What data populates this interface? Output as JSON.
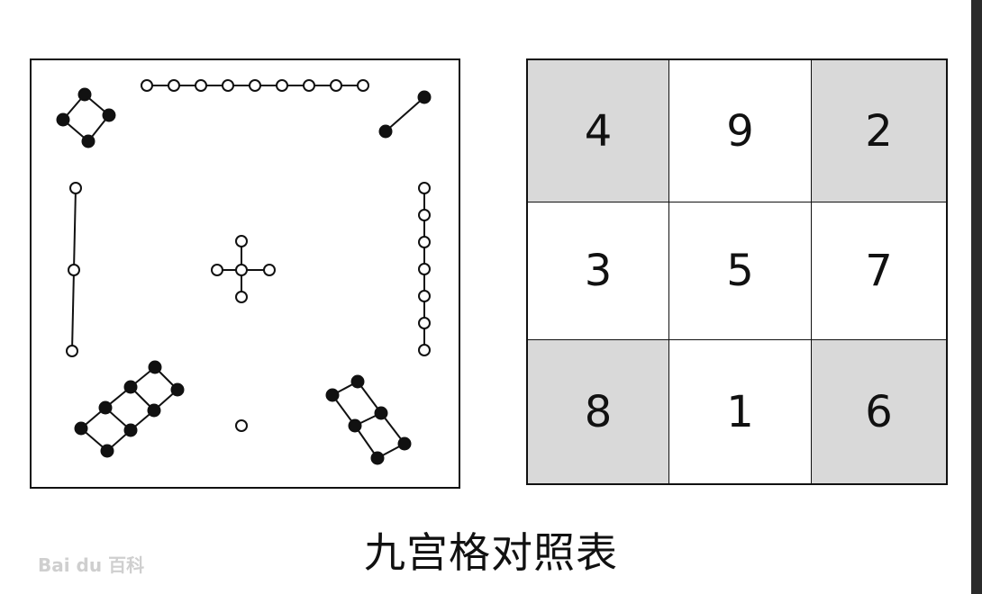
{
  "grid": {
    "cells": [
      {
        "number": "4",
        "shaded": true
      },
      {
        "number": "9",
        "shaded": false
      },
      {
        "number": "2",
        "shaded": true
      },
      {
        "number": "3",
        "shaded": false
      },
      {
        "number": "5",
        "shaded": false
      },
      {
        "number": "7",
        "shaded": false
      },
      {
        "number": "8",
        "shaded": true
      },
      {
        "number": "1",
        "shaded": false
      },
      {
        "number": "6",
        "shaded": true
      }
    ],
    "shade_color": "#d9d9d9"
  },
  "luoshu": {
    "groups": [
      {
        "id": "ne",
        "count": 2,
        "fill": "black"
      },
      {
        "id": "n",
        "count": 9,
        "fill": "white"
      },
      {
        "id": "nw",
        "count": 4,
        "fill": "black"
      },
      {
        "id": "w",
        "count": 3,
        "fill": "white"
      },
      {
        "id": "center",
        "count": 5,
        "fill": "white"
      },
      {
        "id": "e",
        "count": 7,
        "fill": "white"
      },
      {
        "id": "sw",
        "count": 8,
        "fill": "black"
      },
      {
        "id": "s",
        "count": 1,
        "fill": "white"
      },
      {
        "id": "se",
        "count": 6,
        "fill": "black"
      }
    ]
  },
  "caption": "九宫格对照表",
  "watermark": "Bai du 百科"
}
